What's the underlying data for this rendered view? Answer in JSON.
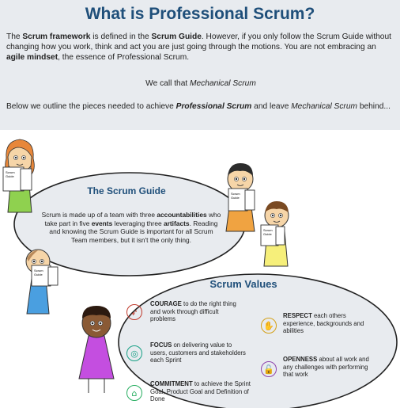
{
  "title": "What is Professional Scrum?",
  "intro": {
    "p1": [
      {
        "t": "The ",
        "b": false,
        "i": false
      },
      {
        "t": "Scrum framework",
        "b": true,
        "i": false
      },
      {
        "t": " is defined in the ",
        "b": false,
        "i": false
      },
      {
        "t": "Scrum Guide",
        "b": true,
        "i": false
      },
      {
        "t": ". However, if you only follow the Scrum Guide without changing how you work, think and act you are just going through the motions. You are not embracing an ",
        "b": false,
        "i": false
      },
      {
        "t": "agile mindset",
        "b": true,
        "i": false
      },
      {
        "t": ", the essence of Professional Scrum.",
        "b": false,
        "i": false
      }
    ],
    "p2": [
      {
        "t": "We call that ",
        "b": false,
        "i": false
      },
      {
        "t": "Mechanical Scrum",
        "b": false,
        "i": true
      }
    ],
    "p3": [
      {
        "t": "Below we outline the pieces needed to achieve ",
        "b": false,
        "i": false
      },
      {
        "t": "Professional Scrum",
        "b": true,
        "i": true
      },
      {
        "t": " and leave ",
        "b": false,
        "i": false
      },
      {
        "t": "Mechanical Scrum",
        "b": false,
        "i": true
      },
      {
        "t": " behind...",
        "b": false,
        "i": false
      }
    ]
  },
  "guide": {
    "title": "The Scrum Guide",
    "body": [
      {
        "t": "Scrum is made up of a team with three ",
        "b": false
      },
      {
        "t": "accountabilities",
        "b": true
      },
      {
        "t": " who take part in five ",
        "b": false
      },
      {
        "t": "events",
        "b": true
      },
      {
        "t": " leveraging three ",
        "b": false
      },
      {
        "t": "artifacts",
        "b": true
      },
      {
        "t": ". Reading and knowing the Scrum Guide is important for all Scrum Team members, but it isn't the only thing.",
        "b": false
      }
    ]
  },
  "values": {
    "title": "Scrum Values",
    "items": [
      {
        "id": "courage",
        "icon": "rocket-icon",
        "color": "#c0392b",
        "glyph": "➶",
        "head": "COURAGE",
        "text": " to do the right thing and work through difficult problems"
      },
      {
        "id": "focus",
        "icon": "target-icon",
        "color": "#16a085",
        "glyph": "◎",
        "head": "FOCUS",
        "text": " on delivering value to users, customers and stakeholders each Sprint"
      },
      {
        "id": "commitment",
        "icon": "building-icon",
        "color": "#27ae60",
        "glyph": "⌂",
        "head": "COMMITMENT",
        "text": " to achieve the Sprint Goal, Product Goal and Definition of Done"
      },
      {
        "id": "respect",
        "icon": "handshake-icon",
        "color": "#d4a017",
        "glyph": "✋",
        "head": "RESPECT",
        "text": " each others experience, backgrounds and abilities"
      },
      {
        "id": "openness",
        "icon": "unlock-icon",
        "color": "#8e44ad",
        "glyph": "🔓",
        "head": "OPENNESS",
        "text": " about all work and any challenges with performing that work"
      }
    ]
  },
  "doc_label": "Scrum Guide",
  "colors": {
    "title": "#1f4f7a",
    "intro_bg": "#e8ebef",
    "oval_bg": "#e8ebef"
  }
}
